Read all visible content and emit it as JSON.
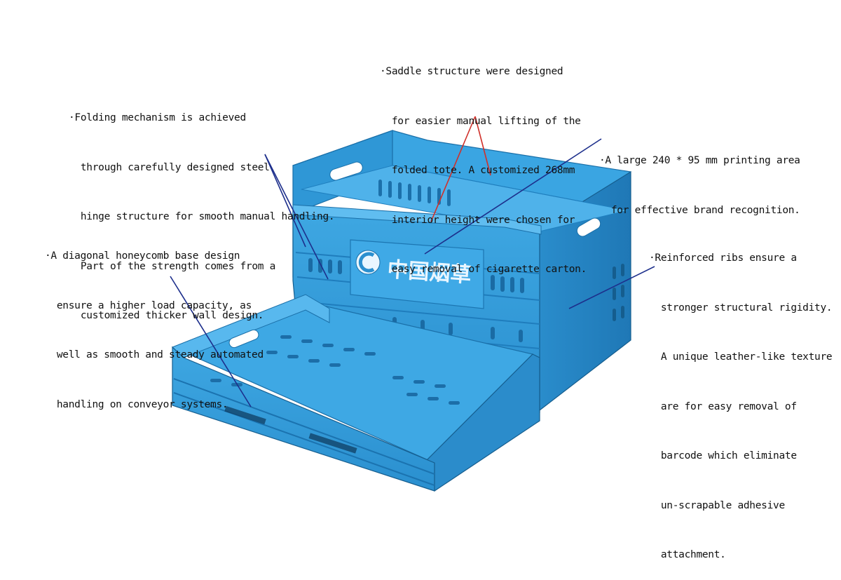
{
  "callouts": {
    "folding": {
      "lines": [
        "·Folding mechanism is achieved",
        "  through carefully designed steel",
        "  hinge structure for smooth manual handling.",
        "  Part of the strength comes from a",
        "  customized thicker wall design."
      ]
    },
    "saddle": {
      "lines": [
        "·Saddle structure were designed",
        "  for easier manual lifting of the",
        "  folded tote. A customized 268mm",
        "  interior height were chosen for",
        "  easy removal of cigarette carton."
      ]
    },
    "print": {
      "lines": [
        "·A large 240 * 95 mm printing area",
        "  for effective brand recognition."
      ]
    },
    "honeycomb": {
      "lines": [
        "·A diagonal honeycomb base design",
        "  ensure a higher load capacity, as",
        "  well as smooth and steady automated",
        "  handling on conveyor systems."
      ]
    },
    "ribs": {
      "lines": [
        "·Reinforced ribs ensure a",
        "  stronger structural rigidity.",
        "  A unique leather-like texture",
        "  are for easy removal of",
        "  barcode which eliminate",
        "  un-scrapable adhesive",
        "  attachment."
      ]
    }
  },
  "crate": {
    "brand_text": "中国烟草",
    "color_main": "#2e9ad8",
    "color_light": "#55b6ea",
    "color_dark": "#1a6fa8",
    "color_darker": "#155d8e"
  },
  "leader_colors": {
    "blue": "#1d2f8c",
    "red": "#d0302a"
  }
}
